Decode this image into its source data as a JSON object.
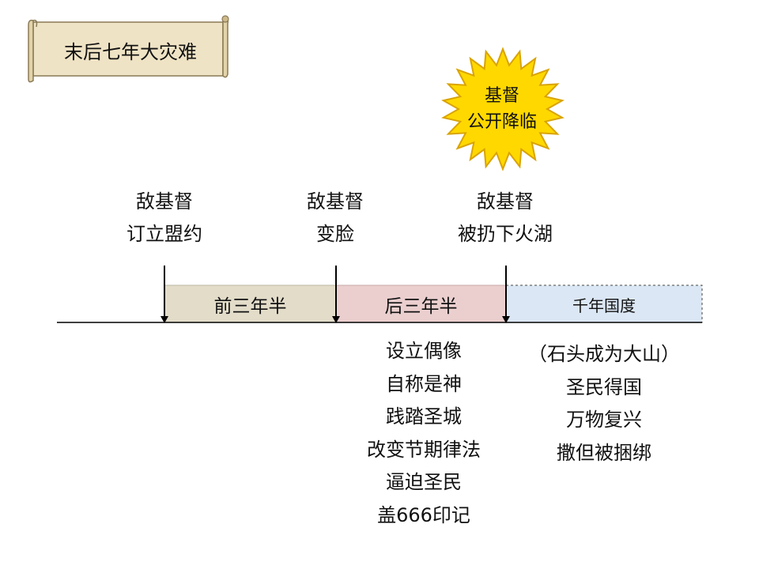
{
  "title": "末后七年大灾难",
  "burst": {
    "line1": "基督",
    "line2": "公开降临"
  },
  "milestones": [
    {
      "line1": "敌基督",
      "line2": "订立盟约"
    },
    {
      "line1": "敌基督",
      "line2": "变脸"
    },
    {
      "line1": "敌基督",
      "line2": "被扔下火湖"
    }
  ],
  "periods": [
    {
      "label": "前三年半",
      "color": "#e2dcc9"
    },
    {
      "label": "后三年半",
      "color": "#ebcfcf"
    },
    {
      "label": "千年国度",
      "color": "#dbe7f5"
    }
  ],
  "events_second_half": [
    "设立偶像",
    "自称是神",
    "践踏圣城",
    "改变节期律法",
    "逼迫圣民",
    "盖666印记"
  ],
  "events_millennium": [
    "（石头成为大山）",
    "圣民得国",
    "万物复兴",
    "撒但被捆绑"
  ],
  "colors": {
    "burst_fill": "#ffd800",
    "burst_stroke": "#d9a300",
    "scroll_fill": "#efe3c5",
    "scroll_stroke": "#8a7a55"
  }
}
